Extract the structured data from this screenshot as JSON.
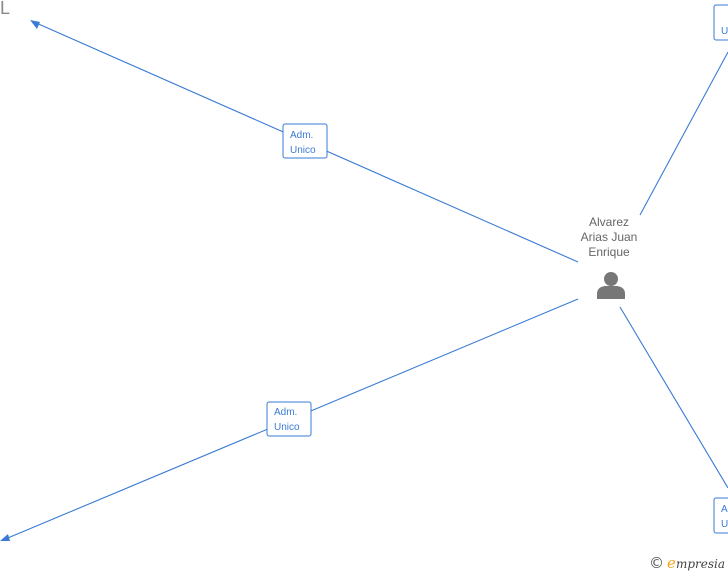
{
  "diagram": {
    "center_person": {
      "name_lines": [
        "Alvarez",
        "Arias Juan",
        "Enrique"
      ]
    },
    "relations": [
      {
        "role_lines": [
          "Adm.",
          "Unico"
        ],
        "direction": "outgoing"
      },
      {
        "role_lines": [
          "Adm.",
          "Unico"
        ],
        "direction": "outgoing"
      },
      {
        "role_lines": [
          "",
          "U"
        ],
        "direction": "outgoing"
      },
      {
        "role_lines": [
          "A",
          "U"
        ],
        "direction": "outgoing"
      }
    ],
    "edge_glyph": "L"
  },
  "colors": {
    "edge": "#3a7bd5",
    "person_icon": "#777777",
    "brand_accent": "#f5a623"
  },
  "footer": {
    "copyright": "©",
    "brand_initial": "e",
    "brand_rest": "mpresia"
  }
}
